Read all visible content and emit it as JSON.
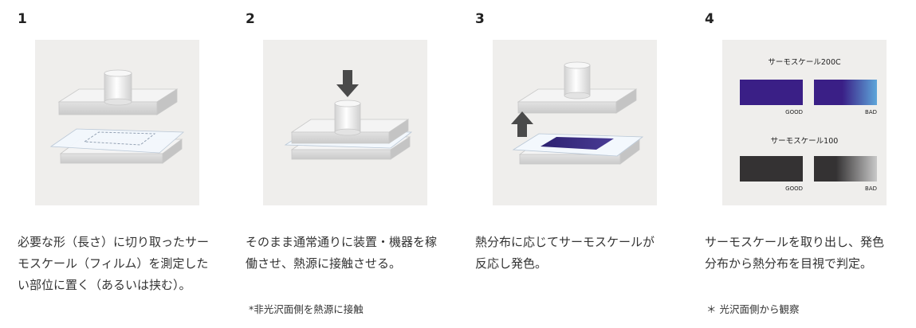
{
  "steps": [
    {
      "number": "1",
      "description": [
        "必要な形（長さ）に切り取ったサー",
        "モスケール（フィルム）を測定した",
        "い部位に置く（あるいは挟む）。"
      ],
      "note": ""
    },
    {
      "number": "2",
      "description": [
        "そのまま通常通りに装置・機器を稼",
        "働させ、熱源に接触させる。"
      ],
      "note": "*非光沢面側を熱源に接触"
    },
    {
      "number": "3",
      "description": [
        "熱分布に応じてサーモスケールが",
        "反応し発色。"
      ],
      "note": ""
    },
    {
      "number": "4",
      "description": [
        "サーモスケールを取り出し、発色",
        "分布から熱分布を目視で判定。"
      ],
      "note": "＊ 光沢面側から観察"
    }
  ],
  "scales": [
    {
      "title": "サーモスケール200C",
      "good_label": "GOOD",
      "bad_label": "BAD",
      "good_color": "#3a1f86",
      "bad_gradient": [
        "#3a1f86",
        "#5ea6da"
      ]
    },
    {
      "title": "サーモスケール100",
      "good_label": "GOOD",
      "bad_label": "BAD",
      "good_color": "#343233",
      "bad_gradient": [
        "#343233",
        "#c8c8c8"
      ]
    }
  ],
  "colors": {
    "panel_bg": "#efeeec",
    "plate_top": "#f4f4f4",
    "plate_side": "#d9d9d9",
    "arrow": "#4a4a4a",
    "film": "#f3f8fd",
    "developed": "#3a2a7a"
  }
}
